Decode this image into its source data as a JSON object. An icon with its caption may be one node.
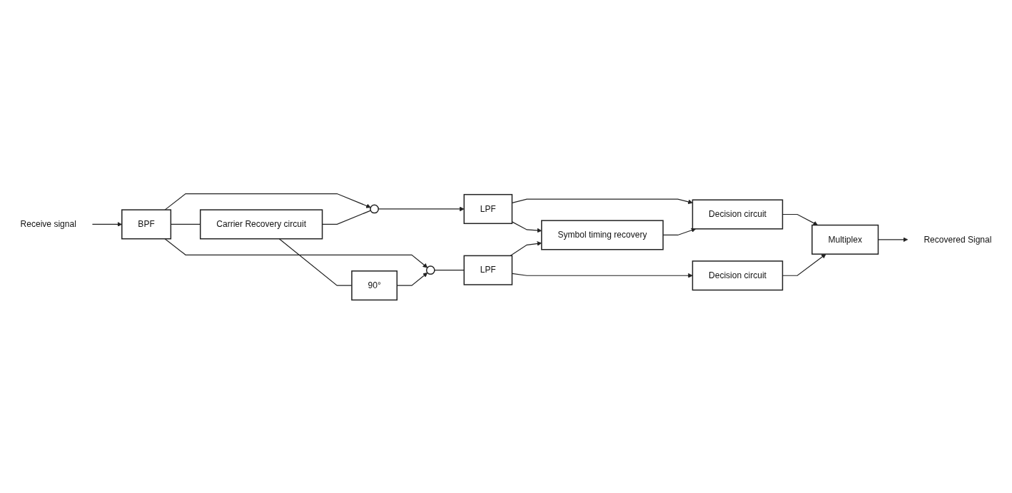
{
  "diagram": {
    "nodes": [
      {
        "text": [
          "Receive signal"
        ]
      },
      {
        "text": [
          "BPF"
        ]
      },
      {
        "text": [],
        "shape": "circle"
      },
      {
        "text": [
          "Carrier Recovery circuit"
        ]
      },
      {
        "text": [
          "90°"
        ]
      },
      {
        "text": [],
        "shape": "circle"
      },
      {
        "text": [
          "LPF"
        ]
      },
      {
        "text": [
          "LPF"
        ]
      },
      {
        "text": [
          "Symbol timing recovery"
        ]
      },
      {
        "text": [
          "Decision circuit"
        ]
      },
      {
        "text": [
          "Decision circuit"
        ]
      },
      {
        "text": [
          "Multiplex"
        ]
      },
      {
        "text": [
          "Recovered Signal"
        ]
      }
    ],
    "edges": [
      {
        "from": 0,
        "to": 1,
        "arrow": "to"
      },
      {
        "from": 1,
        "to": 2,
        "arrow": "to"
      },
      {
        "from": 1,
        "to": 3,
        "arrow": "none"
      },
      {
        "from": 1,
        "to": 5,
        "arrow": "to"
      },
      {
        "from": 3,
        "to": 2,
        "arrow": "none"
      },
      {
        "from": 3,
        "to": 4,
        "arrow": "none"
      },
      {
        "from": 4,
        "to": 5,
        "arrow": "to"
      },
      {
        "from": 2,
        "to": 6,
        "arrow": "to"
      },
      {
        "from": 5,
        "to": 7,
        "arrow": "none"
      },
      {
        "from": 6,
        "to": 9,
        "arrow": "to"
      },
      {
        "from": 6,
        "to": 8,
        "arrow": "to"
      },
      {
        "from": 7,
        "to": 10,
        "arrow": "to"
      },
      {
        "from": 7,
        "to": 8,
        "arrow": "to"
      },
      {
        "from": 8,
        "to": 9,
        "arrow": "to"
      },
      {
        "from": 9,
        "to": 11,
        "arrow": "to"
      },
      {
        "from": 10,
        "to": 11,
        "arrow": "to"
      },
      {
        "from": 11,
        "to": 12,
        "arrow": "to"
      }
    ]
  }
}
